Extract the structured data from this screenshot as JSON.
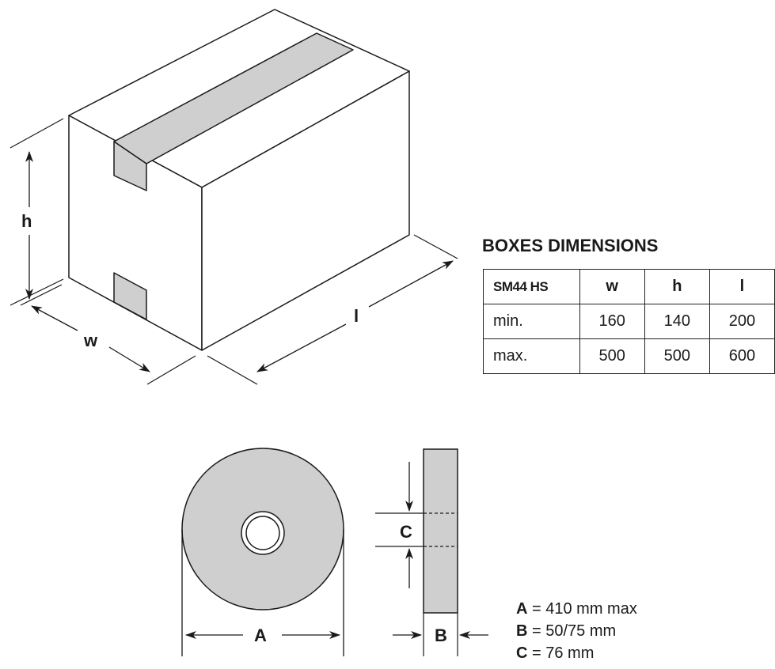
{
  "box": {
    "label_h": "h",
    "label_w": "w",
    "label_l": "l"
  },
  "table": {
    "title": "BOXES DIMENSIONS",
    "headers": [
      "SM44 HS",
      "w",
      "h",
      "l"
    ],
    "rows": [
      {
        "label": "min.",
        "w": "160",
        "h": "140",
        "l": "200"
      },
      {
        "label": "max.",
        "w": "500",
        "h": "500",
        "l": "600"
      }
    ]
  },
  "roll": {
    "label_a": "A",
    "label_b": "B",
    "label_c": "C"
  },
  "specs": [
    {
      "key": "A",
      "text": " = 410 mm max"
    },
    {
      "key": "B",
      "text": " = 50/75 mm"
    },
    {
      "key": "C",
      "text": " = 76 mm"
    }
  ],
  "colors": {
    "line": "#1a1a1a",
    "tape": "#cfcfcf",
    "roll_fill": "#cfcfcf"
  }
}
